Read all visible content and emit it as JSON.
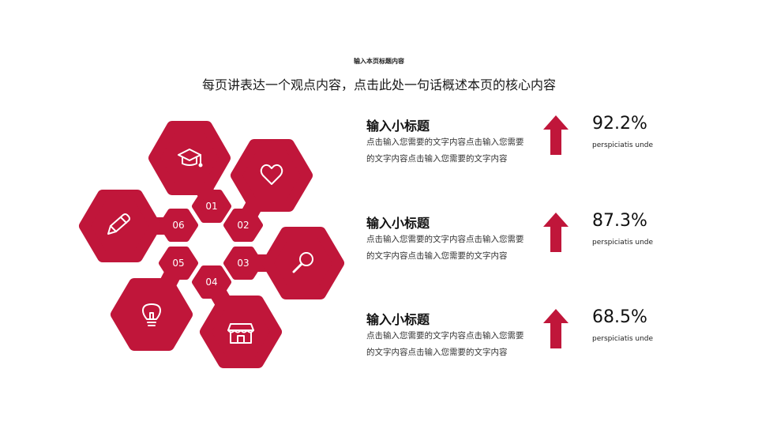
{
  "header": {
    "title": "输入本页标题内容",
    "subtitle": "每页讲表达一个观点内容，点击此处一句话概述本页的核心内容"
  },
  "diagram": {
    "accent_color": "#c0163a",
    "nodes": [
      {
        "number": "01",
        "icon": "graduation-cap-icon"
      },
      {
        "number": "02",
        "icon": "heart-icon"
      },
      {
        "number": "03",
        "icon": "magnifier-icon"
      },
      {
        "number": "04",
        "icon": "store-icon"
      },
      {
        "number": "05",
        "icon": "lightbulb-icon"
      },
      {
        "number": "06",
        "icon": "pencil-icon"
      }
    ]
  },
  "items": [
    {
      "title": "输入小标题",
      "description": "点击输入您需要的文字内容点击输入您需要的文字内容点击输入您需要的文字内容",
      "value": "92.2%",
      "caption": "perspiciatis unde",
      "icon": "up-arrow-icon"
    },
    {
      "title": "输入小标题",
      "description": "点击输入您需要的文字内容点击输入您需要的文字内容点击输入您需要的文字内容",
      "value": "87.3%",
      "caption": "perspiciatis unde",
      "icon": "up-arrow-icon"
    },
    {
      "title": "输入小标题",
      "description": "点击输入您需要的文字内容点击输入您需要的文字内容点击输入您需要的文字内容",
      "value": "68.5%",
      "caption": "perspiciatis unde",
      "icon": "up-arrow-icon"
    }
  ]
}
